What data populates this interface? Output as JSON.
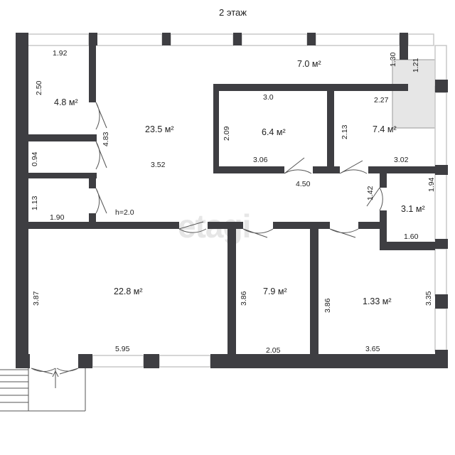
{
  "floor_title": "2 этаж",
  "watermark": "etagi",
  "ceiling_height": "h=2.0",
  "room_areas": {
    "bathroom_top_left": "4.8 м²",
    "hall_main": "23.5 м²",
    "corridor_top": "7.0 м²",
    "office_center": "6.4 м²",
    "office_right_top": "7.4 м²",
    "small_room_right": "3.1 м²",
    "room_bottom_left": "22.8 м²",
    "room_bottom_middle": "7.9 м²",
    "room_bottom_right": "1.33 м²"
  },
  "dimensions": {
    "d_1_92": "1.92",
    "d_2_50": "2.50",
    "d_4_83": "4.83",
    "d_0_94": "0.94",
    "d_1_13": "1.13",
    "d_1_90": "1.90",
    "d_3_52": "3.52",
    "d_3_0": "3.0",
    "d_2_09": "2.09",
    "d_3_06": "3.06",
    "d_4_50": "4.50",
    "d_2_13": "2.13",
    "d_2_27": "2.27",
    "d_3_02": "3.02",
    "d_1_30": "1.30",
    "d_1_21": "1.21",
    "d_1_42": "1.42",
    "d_1_94": "1.94",
    "d_1_60": "1.60",
    "d_3_87": "3.87",
    "d_5_95": "5.95",
    "d_3_86a": "3.86",
    "d_2_05": "2.05",
    "d_3_86b": "3.86",
    "d_3_65": "3.65",
    "d_3_35": "3.35"
  },
  "colors": {
    "wall": "#3e3e42",
    "window_frame": "#c8c8c8",
    "window_glass": "#ffffff",
    "stair_zone": "#e6e6e6",
    "background": "#ffffff"
  }
}
